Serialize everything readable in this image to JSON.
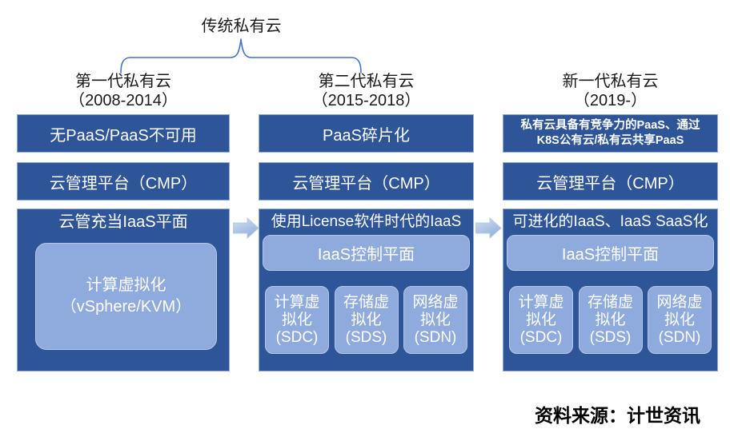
{
  "title": "传统私有云",
  "source": "资料来源：计世资讯",
  "colors": {
    "dark_blue": "#2E5597",
    "light_blue": "#8FAADC",
    "dark_border": "#8FAADC",
    "light_border": "#B4C7E7",
    "brace": "#4472C4",
    "arrow_fill": "#A9C4E6",
    "text_dark": "#1A1A1A",
    "box_text": "#FFFFFF"
  },
  "columns": [
    {
      "header": {
        "line1": "第一代私有云",
        "line2": "（2008-2014）"
      },
      "paas": "无PaaS/PaaS不可用",
      "cmp": "云管理平台（CMP）",
      "iaas": {
        "title": "云管充当IaaS平面",
        "compute": {
          "line1": "计算虚拟化",
          "line2": "（vSphere/KVM）"
        }
      }
    },
    {
      "header": {
        "line1": "第二代私有云",
        "line2": "（2015-2018）"
      },
      "paas": "PaaS碎片化",
      "cmp": "云管理平台（CMP）",
      "iaas": {
        "title": "使用License软件时代的IaaS",
        "control_plane": "IaaS控制平面",
        "virt": [
          {
            "line1": "计算虚",
            "line2": "拟化",
            "line3": "(SDC)"
          },
          {
            "line1": "存储虚",
            "line2": "拟化",
            "line3": "(SDS)"
          },
          {
            "line1": "网络虚",
            "line2": "拟化",
            "line3": "(SDN)"
          }
        ]
      }
    },
    {
      "header": {
        "line1": "新一代私有云",
        "line2": "（2019-）"
      },
      "paas": {
        "line1": "私有云具备有竞争力的PaaS、通过",
        "line2": "K8S公有云/私有云共享PaaS"
      },
      "cmp": "云管理平台（CMP）",
      "iaas": {
        "title": "可进化的IaaS、IaaS SaaS化",
        "control_plane": "IaaS控制平面",
        "virt": [
          {
            "line1": "计算虚",
            "line2": "拟化",
            "line3": "(SDC)"
          },
          {
            "line1": "存储虚",
            "line2": "拟化",
            "line3": "(SDS)"
          },
          {
            "line1": "网络虚",
            "line2": "拟化",
            "line3": "(SDN)"
          }
        ]
      }
    }
  ]
}
